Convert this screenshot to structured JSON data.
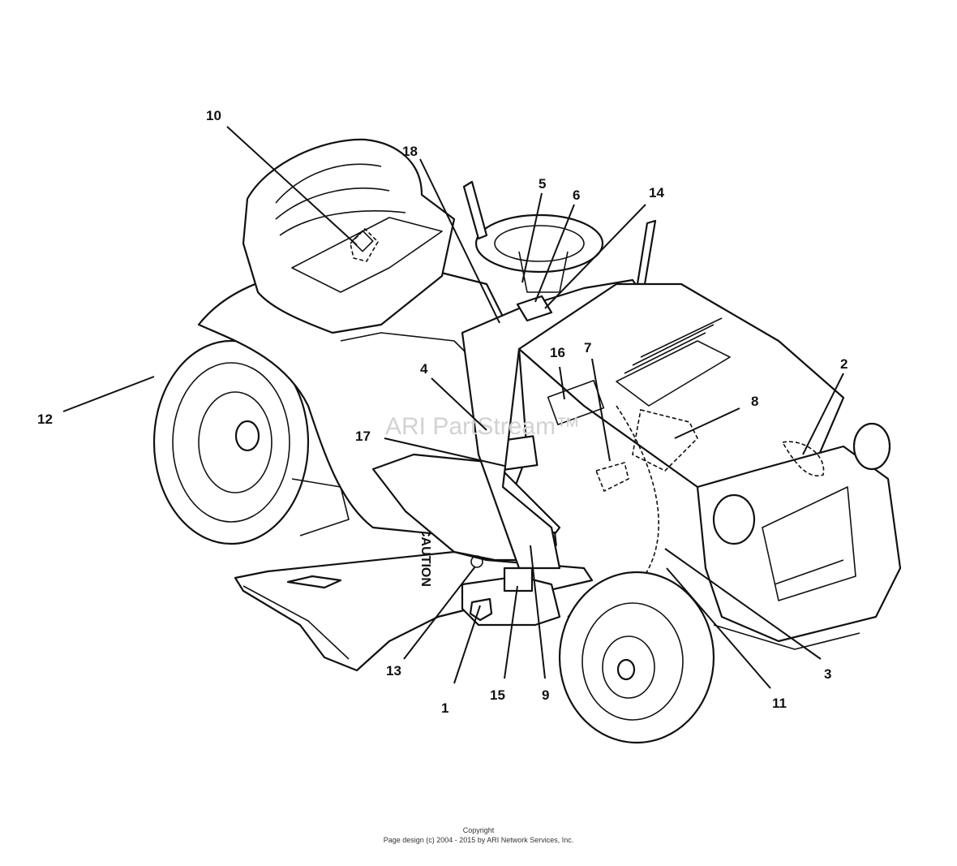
{
  "diagram": {
    "watermark": "ARI PartStream™",
    "callouts": [
      "1",
      "2",
      "3",
      "4",
      "5",
      "6",
      "7",
      "8",
      "9",
      "10",
      "11",
      "12",
      "13",
      "14",
      "15",
      "16",
      "17",
      "18"
    ],
    "deck_label": "CAUTION"
  },
  "footer": {
    "copyright": "Copyright",
    "page_design": "Page design (c) 2004 - 2015 by ARI Network Services, Inc."
  }
}
